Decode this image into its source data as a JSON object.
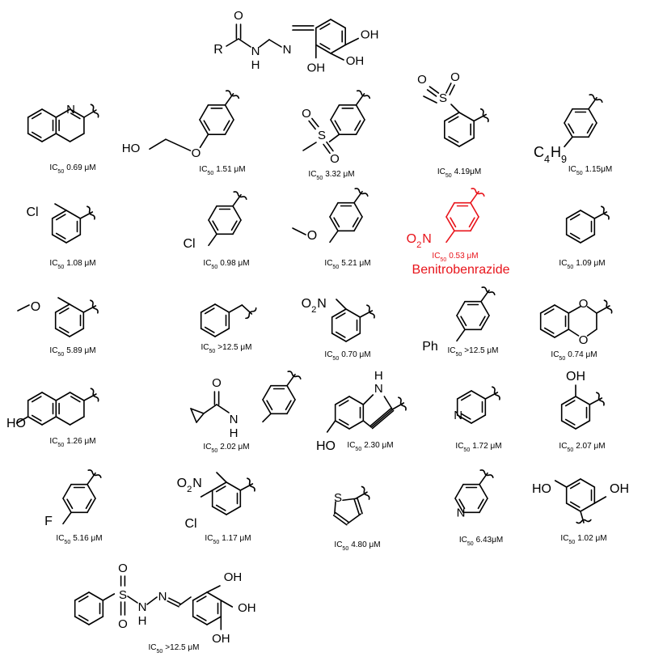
{
  "core": {
    "r_label": "R",
    "o_label": "O",
    "nh_n": "N",
    "nh_h": "H",
    "n_label": "N",
    "oh_label": "OH",
    "r_color": "#e8141b"
  },
  "compounds": [
    {
      "ic50": "0.69 μM",
      "atoms": [
        "N"
      ]
    },
    {
      "ic50": "1.51 μM",
      "atoms": [
        "HO",
        "O"
      ]
    },
    {
      "ic50": "3.32 μM",
      "atoms": [
        "S",
        "O",
        "O"
      ]
    },
    {
      "ic50": "4.19μM",
      "atoms": [
        "S",
        "O",
        "O"
      ]
    },
    {
      "ic50": "1.15μM",
      "atoms": [
        "C",
        "4",
        "H",
        "9"
      ]
    },
    {
      "ic50": "1.08 μM",
      "atoms": [
        "Cl"
      ]
    },
    {
      "ic50": "0.98 μM",
      "atoms": [
        "Cl"
      ]
    },
    {
      "ic50": "5.21 μM",
      "atoms": [
        "O"
      ]
    },
    {
      "ic50": "0.53 μM",
      "atoms": [
        "O",
        "2",
        "N"
      ],
      "name": "Benitrobenrazide",
      "highlight": "#e8141b"
    },
    {
      "ic50": "1.09 μM",
      "atoms": []
    },
    {
      "ic50": "5.89 μM",
      "atoms": [
        "O"
      ]
    },
    {
      "ic50": ">12.5 μM",
      "atoms": []
    },
    {
      "ic50": "0.70 μM",
      "atoms": [
        "O",
        "2",
        "N"
      ]
    },
    {
      "ic50": ">12.5  μM",
      "atoms": [
        "Ph"
      ]
    },
    {
      "ic50": "0.74 μM",
      "atoms": [
        "O",
        "O"
      ]
    },
    {
      "ic50": "1.26 μM",
      "atoms": [
        "HO"
      ]
    },
    {
      "ic50": "2.02 μM",
      "atoms": [
        "O",
        "N",
        "H"
      ]
    },
    {
      "ic50": "2.30 μM",
      "atoms": [
        "H",
        "N",
        "HO"
      ]
    },
    {
      "ic50": "1.72 μM",
      "atoms": [
        "N"
      ]
    },
    {
      "ic50": "2.07 μM",
      "atoms": [
        "OH"
      ]
    },
    {
      "ic50": "5.16 μM",
      "atoms": [
        "F"
      ]
    },
    {
      "ic50": "1.17 μM",
      "atoms": [
        "O",
        "2",
        "N",
        "Cl"
      ]
    },
    {
      "ic50": "4.80 μM",
      "atoms": [
        "S"
      ]
    },
    {
      "ic50": "6.43μM",
      "atoms": [
        "N"
      ]
    },
    {
      "ic50": "1.02 μM",
      "atoms": [
        "HO",
        "OH"
      ]
    },
    {
      "ic50": ">12.5  μM",
      "atoms": [
        "S",
        "O",
        "O",
        "N",
        "N",
        "H",
        "OH",
        "OH",
        "OH"
      ]
    }
  ],
  "ic50_prefix": "IC",
  "ic50_sub": "50"
}
